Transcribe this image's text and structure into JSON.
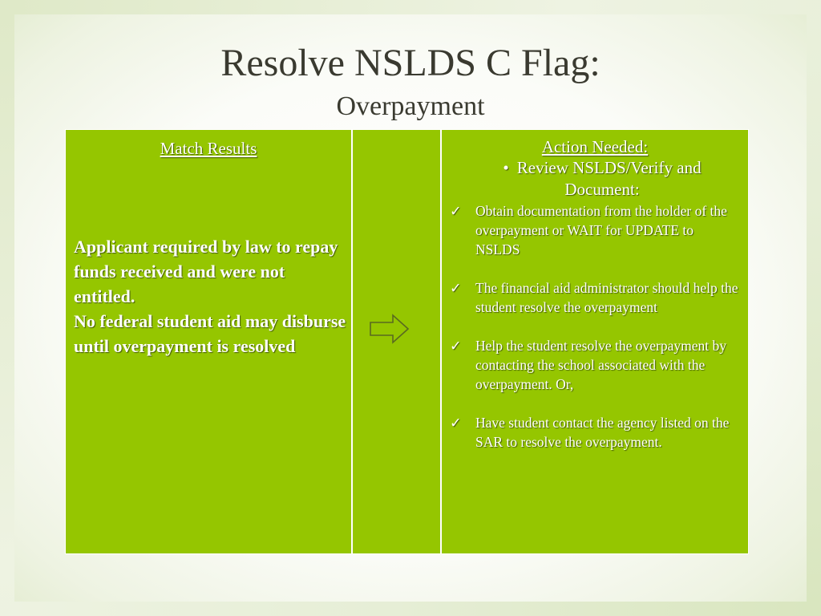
{
  "slide": {
    "title": "Resolve NSLDS C Flag:",
    "subtitle": "Overpayment"
  },
  "table": {
    "left": {
      "heading": "Match Results",
      "body": [
        "Applicant required by law to repay funds received and were not entitled.",
        "No federal student aid may disburse until overpayment is resolved"
      ]
    },
    "middle": {
      "icon": "right-arrow-icon"
    },
    "right": {
      "heading": "Action Needed:",
      "bullet": "•",
      "review": "Review NSLDS/Verify and Document:",
      "check_glyph": "✓",
      "items": [
        "Obtain documentation from the holder of the overpayment or WAIT for UPDATE to NSLDS",
        "The financial aid administrator should help the student resolve the overpayment",
        "Help the student resolve the overpayment by contacting the school associated with the overpayment.  Or,",
        "Have student contact the agency listed on the SAR to resolve the overpayment."
      ]
    }
  },
  "colors": {
    "cell_green": "#95c600",
    "title_text": "#3a3a30"
  }
}
